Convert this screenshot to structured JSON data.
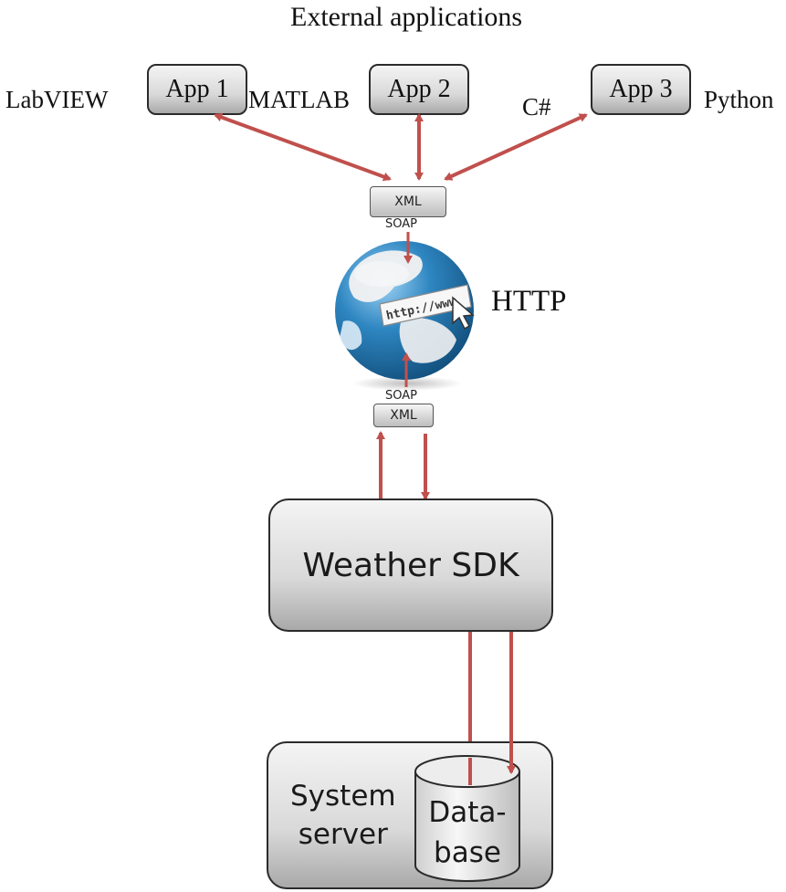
{
  "title": "External applications",
  "apps": [
    {
      "box_label": "App 1",
      "language": "LabVIEW"
    },
    {
      "box_label": "App 2",
      "language": "MATLAB"
    },
    {
      "box_label": "App 3",
      "language": "C#"
    }
  ],
  "extra_language": "Python",
  "transport": {
    "xml_top": "XML",
    "soap_top": "SOAP",
    "http_label": "HTTP",
    "globe_url_text": "http://www",
    "soap_bottom": "SOAP",
    "xml_bottom": "XML"
  },
  "sdk": {
    "label": "Weather SDK"
  },
  "server": {
    "label_line1": "System",
    "label_line2": "server",
    "db_line1": "Data-",
    "db_line2": "base"
  },
  "colors": {
    "arrow": "#c0504d",
    "globe_ocean": "#2e86c1",
    "globe_land": "#f2f2f2"
  }
}
